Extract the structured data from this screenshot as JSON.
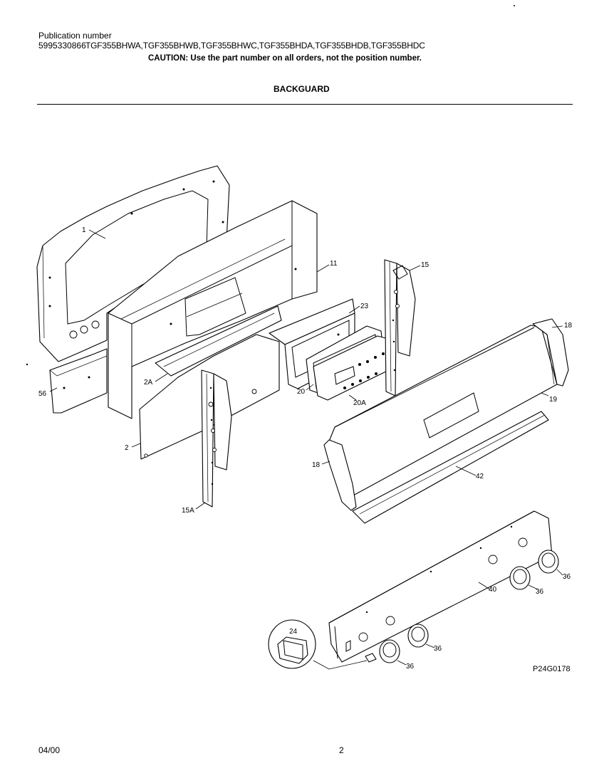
{
  "header": {
    "publication_label": "Publication number",
    "publication_number": "5995330866",
    "models": "TGF355BHWA,TGF355BHWB,TGF355BHWC,TGF355BHDA,TGF355BHDB,TGF355BHDC",
    "caution": "CAUTION:  Use the part number on all orders, not the position number.",
    "section_title": "BACKGUARD"
  },
  "diagram": {
    "figure_code": "P24G0178",
    "callouts": {
      "c1": "1",
      "c11": "11",
      "c15": "15",
      "c23": "23",
      "c18a": "18",
      "c19": "19",
      "c2a": "2A",
      "c56": "56",
      "c20": "20",
      "c20a": "20A",
      "c2": "2",
      "c18b": "18",
      "c42": "42",
      "c15a": "15A",
      "c36a": "36",
      "c36b": "36",
      "c36c": "36",
      "c36d": "36",
      "c40": "40",
      "c24": "24"
    }
  },
  "footer": {
    "date": "04/00",
    "page": "2"
  }
}
